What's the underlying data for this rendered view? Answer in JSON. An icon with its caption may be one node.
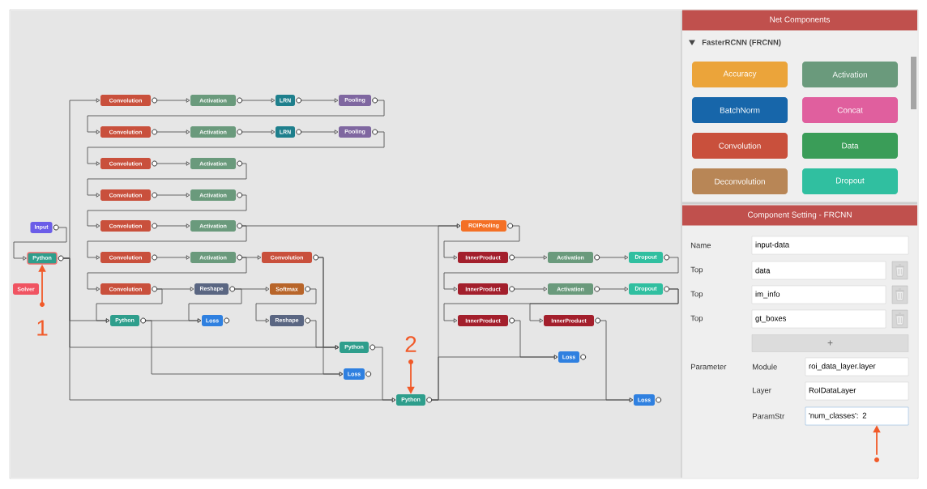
{
  "diagram": {
    "nodes": [
      {
        "text": [
          "Input"
        ]
      },
      {
        "text": [
          "Python"
        ]
      },
      {
        "text": [
          "Solver"
        ]
      },
      {
        "text": [
          "Convolution"
        ]
      },
      {
        "text": [
          "Activation"
        ]
      },
      {
        "text": [
          "LRN"
        ]
      },
      {
        "text": [
          "Pooling"
        ]
      },
      {
        "text": [
          "Convolution"
        ]
      },
      {
        "text": [
          "Activation"
        ]
      },
      {
        "text": [
          "LRN"
        ]
      },
      {
        "text": [
          "Pooling"
        ]
      },
      {
        "text": [
          "Convolution"
        ]
      },
      {
        "text": [
          "Activation"
        ]
      },
      {
        "text": [
          "Convolution"
        ]
      },
      {
        "text": [
          "Activation"
        ]
      },
      {
        "text": [
          "Convolution"
        ]
      },
      {
        "text": [
          "Activation"
        ]
      },
      {
        "text": [
          "ROIPooling"
        ]
      },
      {
        "text": [
          "Convolution"
        ]
      },
      {
        "text": [
          "Activation"
        ]
      },
      {
        "text": [
          "Convolution"
        ]
      },
      {
        "text": [
          "InnerProduct"
        ]
      },
      {
        "text": [
          "Activation"
        ]
      },
      {
        "text": [
          "Dropout"
        ]
      },
      {
        "text": [
          "Convolution"
        ]
      },
      {
        "text": [
          "Reshape"
        ]
      },
      {
        "text": [
          "Softmax"
        ]
      },
      {
        "text": [
          "InnerProduct"
        ]
      },
      {
        "text": [
          "Activation"
        ]
      },
      {
        "text": [
          "Dropout"
        ]
      },
      {
        "text": [
          "Python"
        ]
      },
      {
        "text": [
          "Loss"
        ]
      },
      {
        "text": [
          "Reshape"
        ]
      },
      {
        "text": [
          "InnerProduct"
        ]
      },
      {
        "text": [
          "InnerProduct"
        ]
      },
      {
        "text": [
          "Python"
        ]
      },
      {
        "text": [
          "Loss"
        ]
      },
      {
        "text": [
          "Loss"
        ]
      },
      {
        "text": [
          "Python"
        ]
      },
      {
        "text": [
          "Loss"
        ]
      },
      {
        "text": [
          "Accuracy"
        ]
      },
      {
        "text": [
          "Activation"
        ]
      },
      {
        "text": [
          "BatchNorm"
        ]
      },
      {
        "text": [
          "Concat"
        ]
      },
      {
        "text": [
          "Convolution"
        ]
      },
      {
        "text": [
          "Data"
        ]
      },
      {
        "text": [
          "Deconvolution"
        ]
      },
      {
        "text": [
          "Dropout"
        ]
      },
      {
        "text": [
          "input-data"
        ]
      },
      {
        "text": [
          "data"
        ]
      },
      {
        "text": [
          "im_info"
        ]
      },
      {
        "text": [
          "gt_boxes"
        ]
      },
      {
        "text": [
          "+"
        ]
      },
      {
        "text": [
          "roi_data_layer.layer"
        ]
      },
      {
        "text": [
          "RoIDataLayer"
        ]
      },
      {
        "text": [
          "'num_classes': 2"
        ]
      },
      {
        "text": [
          "1"
        ]
      },
      {
        "text": [
          "2"
        ]
      },
      {
        "text": [],
        "shape": "circle"
      }
    ],
    "edges": [
      {
        "from": 0,
        "to": 1,
        "arrow": "to"
      },
      {
        "from": 1,
        "to": 3,
        "arrow": "to"
      },
      {
        "from": 3,
        "to": 4,
        "arrow": "to"
      },
      {
        "from": 4,
        "to": 5,
        "arrow": "to"
      },
      {
        "from": 5,
        "to": 6,
        "arrow": "to"
      },
      {
        "from": 6,
        "to": 7,
        "arrow": "to"
      },
      {
        "from": 7,
        "to": 8,
        "arrow": "to"
      },
      {
        "from": 8,
        "to": 9,
        "arrow": "to"
      },
      {
        "from": 9,
        "to": 10,
        "arrow": "to"
      },
      {
        "from": 10,
        "to": 11,
        "arrow": "to"
      },
      {
        "from": 11,
        "to": 12,
        "arrow": "to"
      },
      {
        "from": 12,
        "to": 13,
        "arrow": "to"
      },
      {
        "from": 13,
        "to": 14,
        "arrow": "to"
      },
      {
        "from": 14,
        "to": 15,
        "arrow": "to"
      },
      {
        "from": 15,
        "to": 16,
        "arrow": "to"
      },
      {
        "from": 16,
        "to": 17,
        "arrow": "to"
      },
      {
        "from": 16,
        "to": 18,
        "arrow": "to"
      },
      {
        "from": 18,
        "to": 19,
        "arrow": "to"
      },
      {
        "from": 19,
        "to": 20,
        "arrow": "to"
      },
      {
        "from": 19,
        "to": 24,
        "arrow": "to"
      },
      {
        "from": 24,
        "to": 25,
        "arrow": "to"
      },
      {
        "from": 25,
        "to": 26,
        "arrow": "to"
      },
      {
        "from": 24,
        "to": 30,
        "arrow": "to"
      },
      {
        "from": 25,
        "to": 31,
        "arrow": "to"
      },
      {
        "from": 26,
        "to": 32,
        "arrow": "to"
      },
      {
        "from": 32,
        "to": 35,
        "arrow": "to"
      },
      {
        "from": 20,
        "to": 35,
        "arrow": "to"
      },
      {
        "from": 20,
        "to": 37,
        "arrow": "to"
      },
      {
        "from": 30,
        "to": 31,
        "arrow": "to"
      },
      {
        "from": 30,
        "to": 37,
        "arrow": "to"
      },
      {
        "from": 1,
        "to": 30,
        "arrow": "to"
      },
      {
        "from": 1,
        "to": 35,
        "arrow": "to"
      },
      {
        "from": 1,
        "to": 38,
        "arrow": "to"
      },
      {
        "from": 35,
        "to": 38,
        "arrow": "to"
      },
      {
        "from": 17,
        "to": 21,
        "arrow": "to"
      },
      {
        "from": 21,
        "to": 22,
        "arrow": "to"
      },
      {
        "from": 22,
        "to": 23,
        "arrow": "to"
      },
      {
        "from": 23,
        "to": 27,
        "arrow": "to"
      },
      {
        "from": 27,
        "to": 28,
        "arrow": "to"
      },
      {
        "from": 28,
        "to": 29,
        "arrow": "to"
      },
      {
        "from": 29,
        "to": 33,
        "arrow": "to"
      },
      {
        "from": 29,
        "to": 34,
        "arrow": "to"
      },
      {
        "from": 38,
        "to": 17,
        "arrow": "to"
      },
      {
        "from": 38,
        "to": 36,
        "arrow": "to"
      },
      {
        "from": 38,
        "to": 39,
        "arrow": "to"
      },
      {
        "from": 33,
        "to": 36,
        "arrow": "to"
      },
      {
        "from": 34,
        "to": 39,
        "arrow": "to"
      },
      {
        "from": 56,
        "to": 1,
        "arrow": "to",
        "color": "#f15a29"
      },
      {
        "from": 57,
        "to": 38,
        "arrow": "to",
        "color": "#f15a29"
      },
      {
        "from": 58,
        "to": 55,
        "arrow": "to",
        "color": "#f15a29"
      }
    ],
    "labels": [
      "Net Components",
      "FasterRCNN (FRCNN)",
      "Component Setting - FRCNN",
      "Name",
      "Top",
      "Top",
      "Top",
      "Parameter",
      "Module",
      "Layer",
      "ParamStr"
    ]
  }
}
